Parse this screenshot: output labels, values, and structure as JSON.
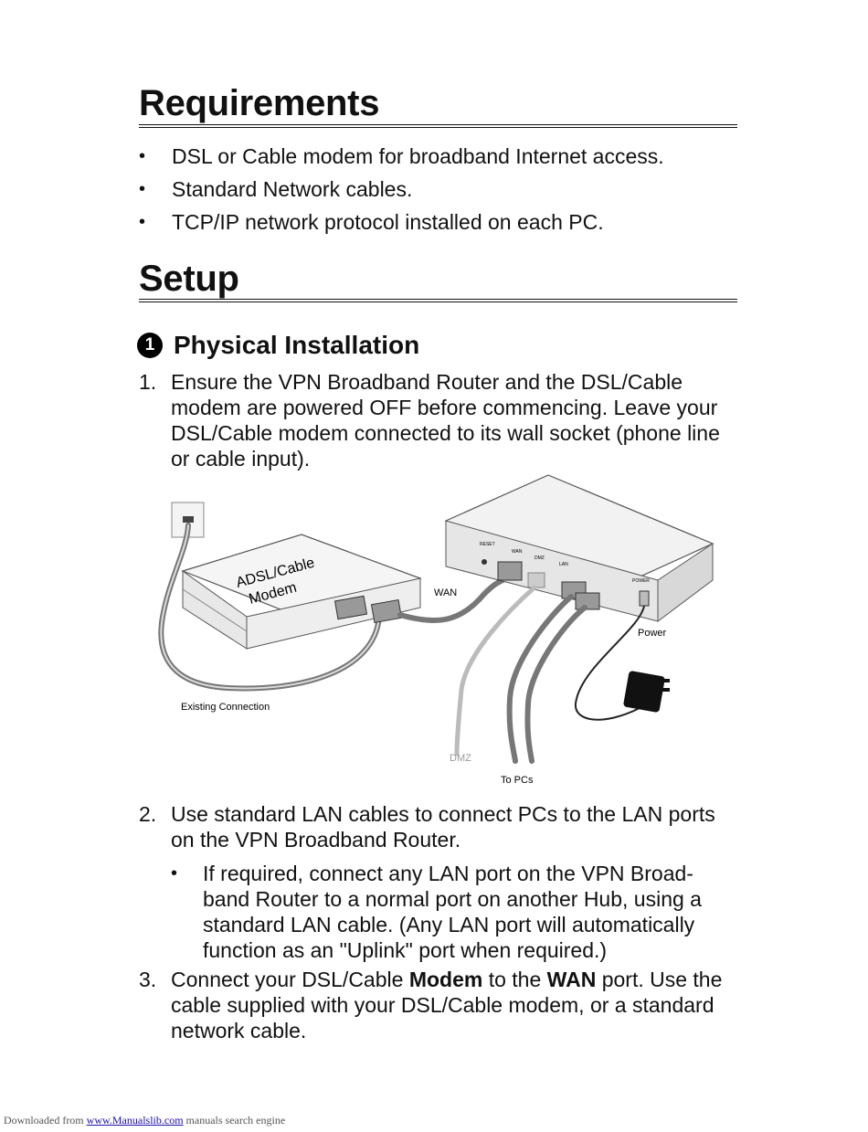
{
  "requirements": {
    "heading": "Requirements",
    "items": [
      "DSL or Cable modem for broadband Internet access.",
      "Standard Network cables.",
      "TCP/IP network protocol installed on each PC."
    ]
  },
  "setup": {
    "heading": "Setup",
    "subheading": {
      "badge": "1",
      "title": "Physical Installation"
    },
    "steps": [
      {
        "num": "1.",
        "text": "Ensure the VPN Broadband Router and the DSL/Cable modem are powered OFF before commencing. Leave your DSL/Cable modem connected to its wall socket (phone line or cable input)."
      },
      {
        "num": "2.",
        "text": "Use standard LAN cables to connect PCs to the LAN ports on the VPN Broadband Router."
      },
      {
        "num": "3.",
        "pre": "Connect your DSL/Cable ",
        "bold1": "Modem",
        "mid": " to the ",
        "bold2": "WAN",
        "post": " port. Use the cable supplied with your DSL/Cable modem, or a standard network cable."
      }
    ],
    "step2_bullet": "If required, connect any LAN port on the VPN Broad-band Router to a normal port on another Hub, using a standard LAN cable. (Any LAN port will automatically function as an \"Uplink\" port when required.)"
  },
  "diagram": {
    "modem_label_1": "ADSL/Cable",
    "modem_label_2": "Modem",
    "wan": "WAN",
    "power": "Power",
    "existing": "Existing Connection",
    "dmz": "DMZ",
    "to_pcs": "To PCs",
    "port_reset": "RESET",
    "port_wan": "WAN",
    "port_dmz": "DMZ",
    "port_lan": "LAN",
    "port_power": "POWER"
  },
  "footer": {
    "prefix": "Downloaded from ",
    "link": "www.Manualslib.com",
    "suffix": "  manuals search engine"
  }
}
